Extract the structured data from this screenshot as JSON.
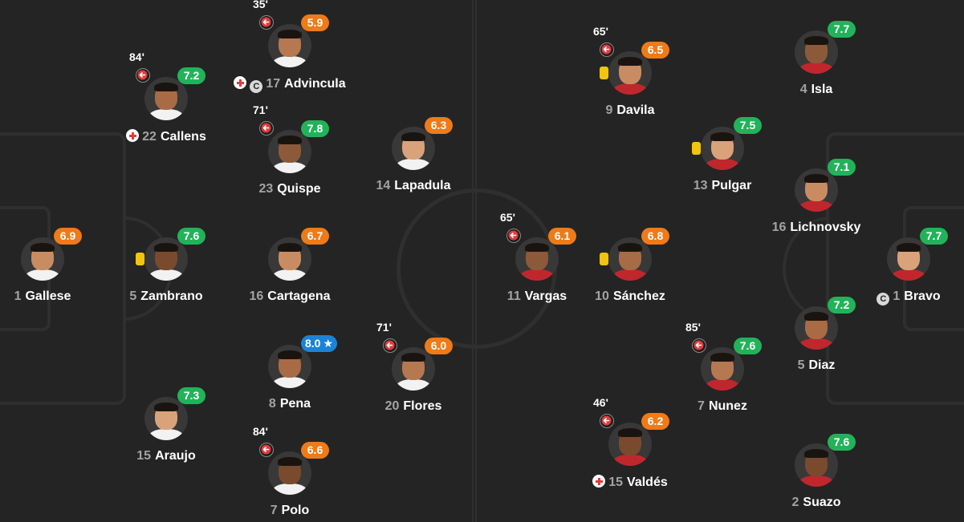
{
  "colors": {
    "rating_high": "#22b35a",
    "rating_mid": "#ef7a17",
    "rating_top": "#1a83d6",
    "background": "#242424",
    "yellow_card": "#f1c40f"
  },
  "players": [
    {
      "id": "gallese",
      "number": "1",
      "name": "Gallese",
      "rating": "6.9",
      "rating_color": "orange"
    },
    {
      "id": "callens",
      "number": "22",
      "name": "Callens",
      "rating": "7.2",
      "rating_color": "green",
      "sub_time": "84'",
      "subbed_off": true,
      "injury_icon": "medical-cross-icon"
    },
    {
      "id": "zambrano",
      "number": "5",
      "name": "Zambrano",
      "rating": "7.6",
      "rating_color": "green",
      "yellow_card": true
    },
    {
      "id": "araujo",
      "number": "15",
      "name": "Araujo",
      "rating": "7.3",
      "rating_color": "green"
    },
    {
      "id": "advincula",
      "number": "17",
      "name": "Advincula",
      "rating": "5.9",
      "rating_color": "orange",
      "sub_time": "35'",
      "subbed_off": true,
      "injury_icon": "medical-cross-icon",
      "captain_label": "C"
    },
    {
      "id": "quispe",
      "number": "23",
      "name": "Quispe",
      "rating": "7.8",
      "rating_color": "green",
      "sub_time": "71'",
      "subbed_off": true
    },
    {
      "id": "cartagena",
      "number": "16",
      "name": "Cartagena",
      "rating": "6.7",
      "rating_color": "orange"
    },
    {
      "id": "pena",
      "number": "8",
      "name": "Pena",
      "rating": "8.0",
      "rating_color": "blue",
      "star": "★"
    },
    {
      "id": "polo",
      "number": "7",
      "name": "Polo",
      "rating": "6.6",
      "rating_color": "orange",
      "sub_time": "84'",
      "subbed_off": true
    },
    {
      "id": "lapadula",
      "number": "14",
      "name": "Lapadula",
      "rating": "6.3",
      "rating_color": "orange"
    },
    {
      "id": "flores",
      "number": "20",
      "name": "Flores",
      "rating": "6.0",
      "rating_color": "orange",
      "sub_time": "71'",
      "subbed_off": true
    },
    {
      "id": "vargas",
      "number": "11",
      "name": "Vargas",
      "rating": "6.1",
      "rating_color": "orange",
      "sub_time": "65'",
      "subbed_off": true
    },
    {
      "id": "davila",
      "number": "9",
      "name": "Davila",
      "rating": "6.5",
      "rating_color": "orange",
      "sub_time": "65'",
      "subbed_off": true,
      "yellow_card": true
    },
    {
      "id": "sanchez",
      "number": "10",
      "name": "Sánchez",
      "rating": "6.8",
      "rating_color": "orange",
      "yellow_card": true
    },
    {
      "id": "valdes",
      "number": "15",
      "name": "Valdés",
      "rating": "6.2",
      "rating_color": "orange",
      "sub_time": "46'",
      "subbed_off": true,
      "injury_icon": "medical-cross-icon"
    },
    {
      "id": "pulgar",
      "number": "13",
      "name": "Pulgar",
      "rating": "7.5",
      "rating_color": "green",
      "yellow_card": true
    },
    {
      "id": "nunez",
      "number": "7",
      "name": "Nunez",
      "rating": "7.6",
      "rating_color": "green",
      "sub_time": "85'",
      "subbed_off": true
    },
    {
      "id": "isla",
      "number": "4",
      "name": "Isla",
      "rating": "7.7",
      "rating_color": "green"
    },
    {
      "id": "lichnovsky",
      "number": "16",
      "name": "Lichnovsky",
      "rating": "7.1",
      "rating_color": "green"
    },
    {
      "id": "diaz",
      "number": "5",
      "name": "Diaz",
      "rating": "7.2",
      "rating_color": "green"
    },
    {
      "id": "suazo",
      "number": "2",
      "name": "Suazo",
      "rating": "7.6",
      "rating_color": "green"
    },
    {
      "id": "bravo",
      "number": "1",
      "name": "Bravo",
      "rating": "7.7",
      "rating_color": "green",
      "captain_label": "C"
    }
  ]
}
